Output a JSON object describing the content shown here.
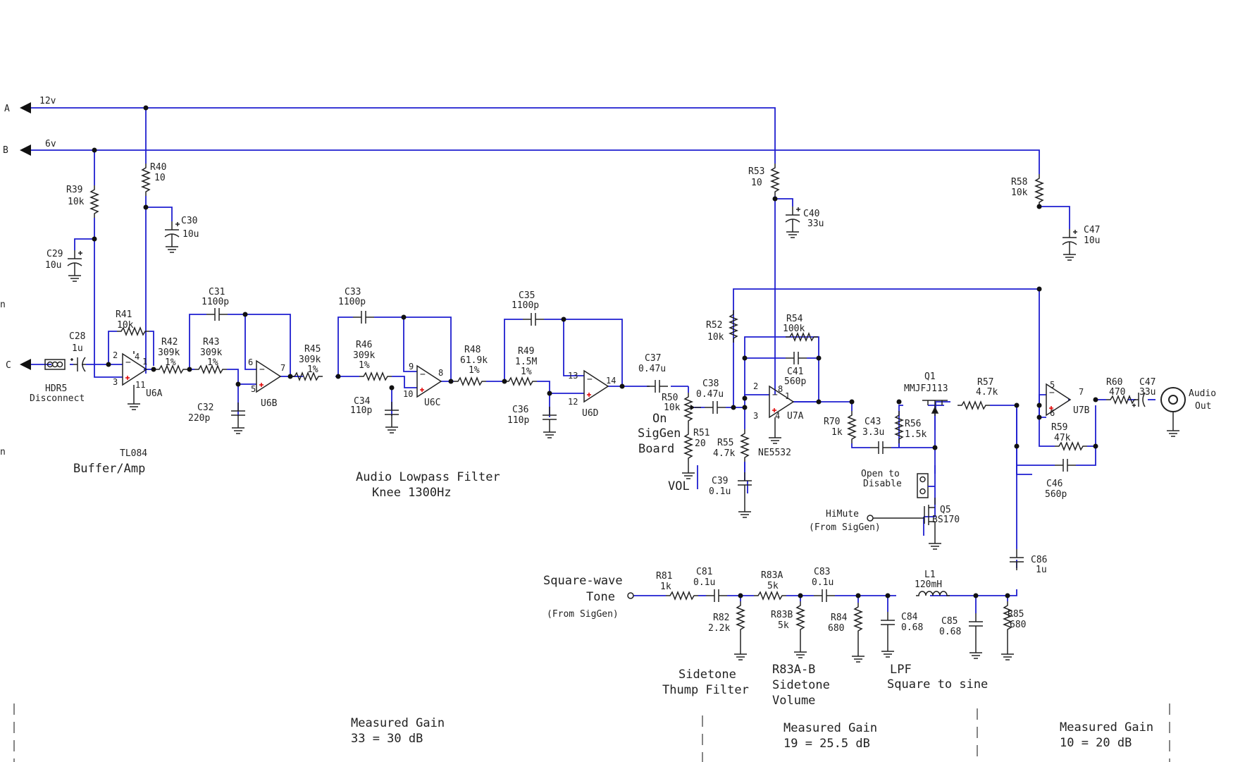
{
  "rails": {
    "a": {
      "pin": "A",
      "voltage": "12v"
    },
    "b": {
      "pin": "B",
      "voltage": "6v"
    }
  },
  "left_pins": {
    "c": "C",
    "frag1": "n",
    "frag2": "n"
  },
  "components": {
    "R39": {
      "ref": "R39",
      "value": "10k"
    },
    "R40": {
      "ref": "R40",
      "value": "10"
    },
    "C29": {
      "ref": "C29",
      "value": "10u"
    },
    "C30": {
      "ref": "C30",
      "value": "10u"
    },
    "C28": {
      "ref": "C28",
      "value": "1u"
    },
    "R41": {
      "ref": "R41",
      "value": "10k"
    },
    "R42": {
      "ref": "R42",
      "value": "309k",
      "tol": "1%"
    },
    "R43": {
      "ref": "R43",
      "value": "309k",
      "tol": "1%"
    },
    "C31": {
      "ref": "C31",
      "value": "1100p"
    },
    "C32": {
      "ref": "C32",
      "value": "220p"
    },
    "R45": {
      "ref": "R45",
      "value": "309k",
      "tol": "1%"
    },
    "R46": {
      "ref": "R46",
      "value": "309k",
      "tol": "1%"
    },
    "C33": {
      "ref": "C33",
      "value": "1100p"
    },
    "C34": {
      "ref": "C34",
      "value": "110p"
    },
    "R48": {
      "ref": "R48",
      "value": "61.9k",
      "tol": "1%"
    },
    "R49": {
      "ref": "R49",
      "value": "1.5M",
      "tol": "1%"
    },
    "C35": {
      "ref": "C35",
      "value": "1100p"
    },
    "C36": {
      "ref": "C36",
      "value": "110p"
    },
    "C37": {
      "ref": "C37",
      "value": "0.47u"
    },
    "R50": {
      "ref": "R50",
      "value": "10k"
    },
    "R51": {
      "ref": "R51",
      "value": "20"
    },
    "C38": {
      "ref": "C38",
      "value": "0.47u"
    },
    "R52": {
      "ref": "R52",
      "value": "10k"
    },
    "R53": {
      "ref": "R53",
      "value": "10"
    },
    "C40": {
      "ref": "C40",
      "value": "33u"
    },
    "R54": {
      "ref": "R54",
      "value": "100k"
    },
    "C41": {
      "ref": "C41",
      "value": "560p"
    },
    "R55": {
      "ref": "R55",
      "value": "4.7k"
    },
    "C39": {
      "ref": "C39",
      "value": "0.1u"
    },
    "R70": {
      "ref": "R70",
      "value": "1k"
    },
    "C43": {
      "ref": "C43",
      "value": "3.3u"
    },
    "R56": {
      "ref": "R56",
      "value": "1.5k"
    },
    "Q1": {
      "ref": "Q1",
      "value": "MMJFJ113"
    },
    "R57": {
      "ref": "R57",
      "value": "4.7k"
    },
    "R58": {
      "ref": "R58",
      "value": "10k"
    },
    "C47a": {
      "ref": "C47",
      "value": "10u"
    },
    "R59": {
      "ref": "R59",
      "value": "47k"
    },
    "C46": {
      "ref": "C46",
      "value": "560p"
    },
    "R60": {
      "ref": "R60",
      "value": "470"
    },
    "C47b": {
      "ref": "C47",
      "value": "33u"
    },
    "Q5": {
      "ref": "Q5",
      "value": "BS170"
    },
    "C86": {
      "ref": "C86",
      "value": "1u"
    },
    "R81": {
      "ref": "R81",
      "value": "1k"
    },
    "C81": {
      "ref": "C81",
      "value": "0.1u"
    },
    "R82": {
      "ref": "R82",
      "value": "2.2k"
    },
    "R83A": {
      "ref": "R83A",
      "value": "5k"
    },
    "R83B": {
      "ref": "R83B",
      "value": "5k"
    },
    "C83": {
      "ref": "C83",
      "value": "0.1u"
    },
    "R84": {
      "ref": "R84",
      "value": "680"
    },
    "C84": {
      "ref": "C84",
      "value": "0.68"
    },
    "L1": {
      "ref": "L1",
      "value": "120mH"
    },
    "C85": {
      "ref": "C85",
      "value": "0.68"
    },
    "R85": {
      "ref": "R85",
      "value": "680"
    }
  },
  "opamps": {
    "u6a": "U6A",
    "u6b": "U6B",
    "u6c": "U6C",
    "u6d": "U6D",
    "u7a": "U7A",
    "u7b": "U7B"
  },
  "pins": {
    "u6a": [
      "2",
      "3",
      "1",
      "4",
      "11"
    ],
    "u6b": [
      "6",
      "5",
      "7"
    ],
    "u6c": [
      "9",
      "10",
      "8"
    ],
    "u6d": [
      "13",
      "12",
      "14"
    ],
    "u7a": [
      "2",
      "3",
      "1",
      "8",
      "4"
    ],
    "u7b": [
      "5",
      "6",
      "7"
    ]
  },
  "chips": {
    "tl084": "TL084",
    "ne5532": "NE5532"
  },
  "labels": {
    "hdr5_ref": "HDR5",
    "hdr5_note": "Disconnect",
    "buffer_amp": "Buffer/Amp",
    "filter_title": "Audio Lowpass Filter",
    "filter_knee": "Knee  1300Hz",
    "on": "On",
    "siggen": "SigGen",
    "board": "Board",
    "vol": "VOL",
    "open_to": "Open to",
    "disable": "Disable",
    "himute": "HiMute",
    "himute_src": "(From SigGen)",
    "audio": "Audio",
    "out": "Out",
    "sq_wave": "Square-wave",
    "tone": "Tone",
    "tone_src": "(From SigGen)",
    "sidetone": "Sidetone",
    "thump_filter": "Thump Filter",
    "r83ab": "R83A-B",
    "sidetone2": "Sidetone",
    "volume": "Volume",
    "lpf": "LPF",
    "sq_to_sine": "Square to sine"
  },
  "gain_sections": [
    {
      "title": "Measured Gain",
      "value": "33 = 30 dB"
    },
    {
      "title": "Measured Gain",
      "value": "19 = 25.5 dB"
    },
    {
      "title": "Measured Gain",
      "value": "10 = 20 dB"
    }
  ],
  "colors": {
    "wire": "#1f1fd0",
    "component": "#222222",
    "polarity": "#e00000"
  }
}
